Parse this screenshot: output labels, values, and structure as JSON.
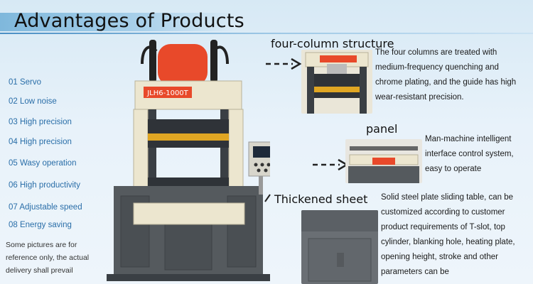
{
  "header": {
    "title": "Advantages of Products"
  },
  "features": [
    {
      "label": "01 Servo"
    },
    {
      "label": "02 Low noise"
    },
    {
      "label": "03 High precision"
    },
    {
      "label": "04 High precision"
    },
    {
      "label": "05 Wasy operation"
    },
    {
      "label": "06 High productivity"
    },
    {
      "label": "07  Adjustable speed"
    },
    {
      "label": "08 Energy saving"
    }
  ],
  "note": "Some pictures are for reference only, the actual delivery shall prevail",
  "machine": {
    "nameplate": "JLH6-1000T"
  },
  "sections": [
    {
      "heading": "four-column structure",
      "description": "The four columns are treated with medium-frequency quenching and chrome plating, and the guide has high wear-resistant precision."
    },
    {
      "heading": "panel",
      "description": "Man-machine intelligent interface control system, easy to operate"
    },
    {
      "heading": "Thickened sheet",
      "description": "Solid steel plate sliding table, can be customized according to customer product requirements of T-slot, top cylinder, blanking hole, heating plate, opening height, stroke and other parameters can be"
    }
  ],
  "colors": {
    "accent": "#2a6ea8",
    "machine_red": "#e8492a",
    "machine_body": "#ece6cf",
    "machine_base": "#555a5e"
  }
}
